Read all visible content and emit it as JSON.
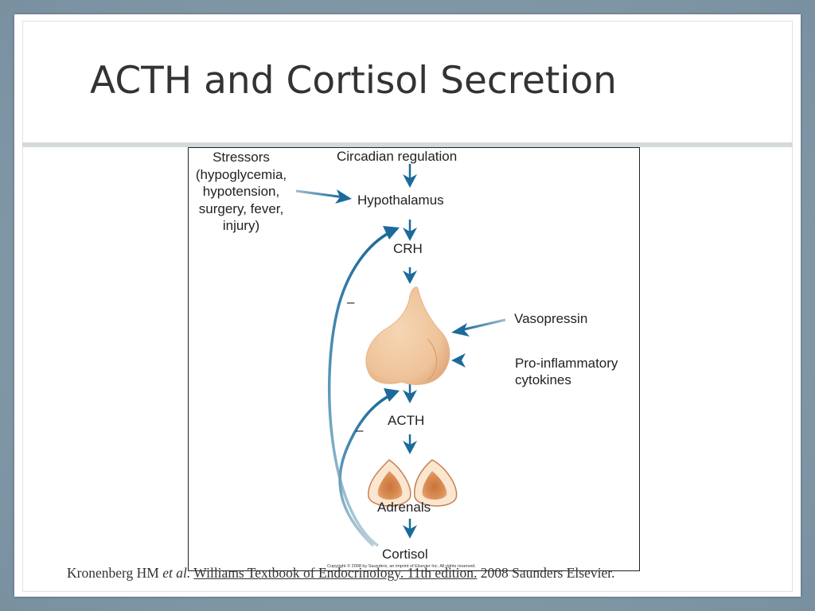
{
  "slide": {
    "title": "ACTH and Cortisol Secretion"
  },
  "diagram": {
    "stressors": [
      "Stressors",
      "(hypoglycemia,",
      "hypotension,",
      "surgery, fever,",
      "injury)"
    ],
    "circadian": "Circadian regulation",
    "hypothalamus": "Hypothalamus",
    "crh": "CRH",
    "vasopressin": "Vasopressin",
    "cytokines": [
      "Pro-inflammatory",
      "cytokines"
    ],
    "acth": "ACTH",
    "adrenals": "Adrenals",
    "cortisol": "Cortisol",
    "inhibition_top": "–",
    "inhibition_bottom": "–",
    "copyright": "Copyright © 2008 by Saunders, an imprint of Elsevier Inc.  All rights reserved.",
    "arrow_color": "#1b6a9a",
    "gland_color": "#f0c9a0"
  },
  "citation": {
    "authors": "Kronenberg HM ",
    "etal": "et al.",
    "book": "Williams Textbook of Endocrinology. 11th edition.",
    "publisher": " 2008 Saunders Elsevier."
  }
}
